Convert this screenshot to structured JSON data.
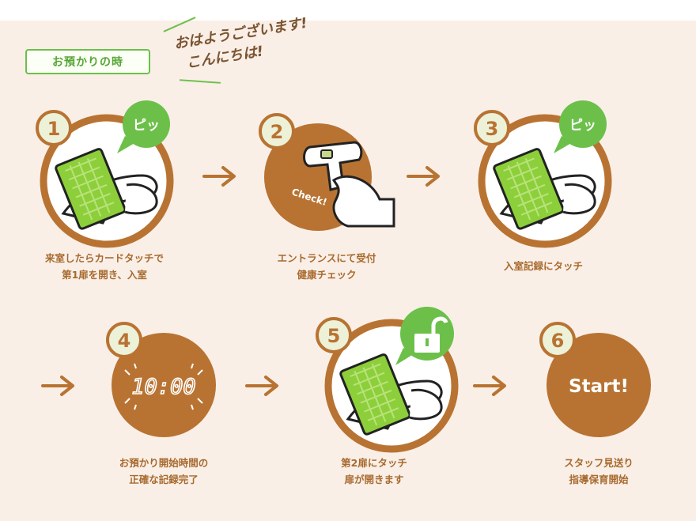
{
  "badge": "お預かりの時",
  "greeting": [
    "おはようございます!",
    "こんにちは!"
  ],
  "steps": [
    {
      "num": "1",
      "bubble": "ピッ",
      "caption": [
        "来室したらカードタッチで",
        "第1扉を開き、入室"
      ]
    },
    {
      "num": "2",
      "tag": "Check!",
      "caption": [
        "エントランスにて受付",
        "健康チェック"
      ]
    },
    {
      "num": "3",
      "bubble": "ピッ",
      "caption": [
        "入室記録にタッチ"
      ]
    },
    {
      "num": "4",
      "clock": "10:00",
      "caption": [
        "お預かり開始時間の",
        "正確な記録完了"
      ]
    },
    {
      "num": "5",
      "caption": [
        "第2扉にタッチ",
        "扉が開きます"
      ]
    },
    {
      "num": "6",
      "center": "Start!",
      "caption": [
        "スタッフ見送り",
        "指導保育開始"
      ]
    }
  ],
  "colors": {
    "background": "#f9efe7",
    "brown": "#b87332",
    "green": "#6cc04a",
    "card": "#8ccf3a",
    "caption": "#a86a2e"
  }
}
